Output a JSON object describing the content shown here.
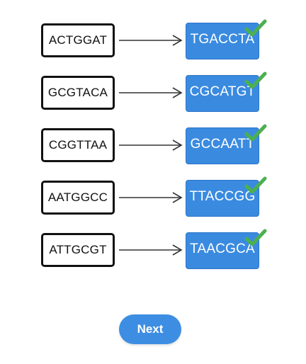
{
  "pairs": [
    {
      "source": "ACTGGAT",
      "target": "TGACCTA",
      "correct": true
    },
    {
      "source": "GCGTACA",
      "target": "CGCATGT",
      "correct": true
    },
    {
      "source": "CGGTTAA",
      "target": "GCCAATT",
      "correct": true
    },
    {
      "source": "AATGGCC",
      "target": "TTACCGG",
      "correct": true
    },
    {
      "source": "ATTGCGT",
      "target": "TAACGCA",
      "correct": true
    }
  ],
  "next_label": "Next",
  "colors": {
    "target_fill": "#3a8be0",
    "check": "#4caf50",
    "button": "#3d8ee3"
  },
  "icons": {
    "arrow": "right-arrow-icon",
    "check": "checkmark-icon"
  }
}
